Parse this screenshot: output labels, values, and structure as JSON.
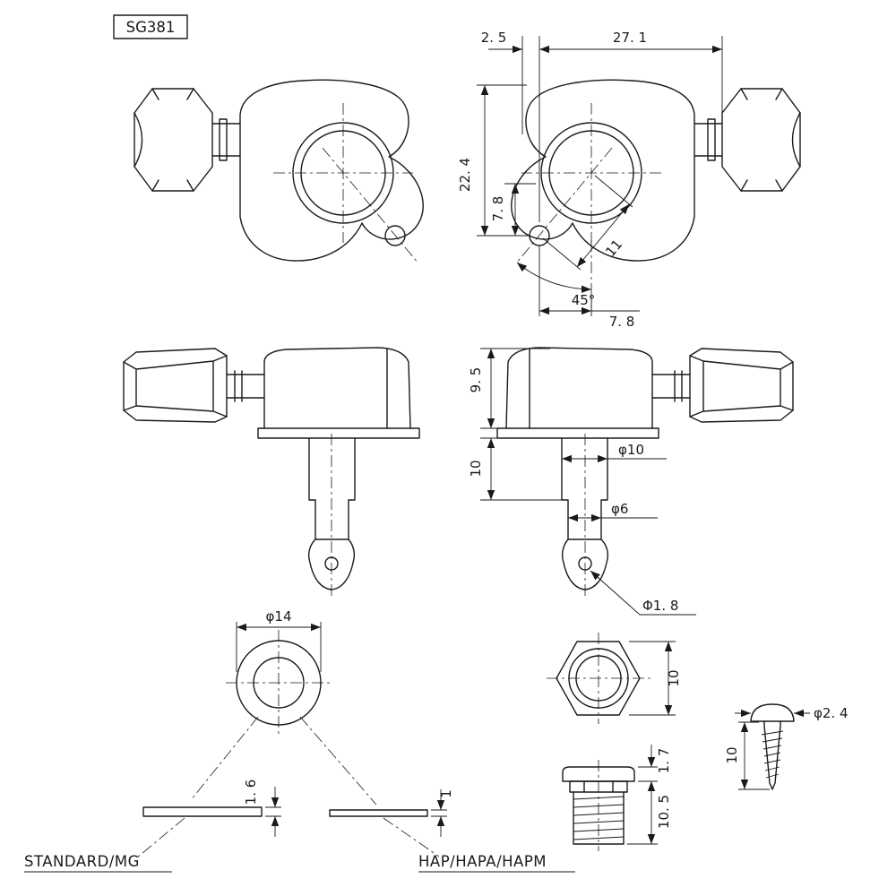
{
  "title": "SG381",
  "colors": {
    "line": "#1a1a1a",
    "background": "#ffffff"
  },
  "dims": {
    "top": {
      "d25": "2. 5",
      "d271": "27. 1",
      "d224": "22. 4",
      "d78v": "7. 8",
      "d11": "11",
      "d45": "45°",
      "d78h": "7. 8"
    },
    "side": {
      "d95": "9. 5",
      "d10": "10",
      "dphi10": "φ10",
      "dphi6": "φ6",
      "dphi18": "Φ1. 8"
    },
    "bushing": {
      "dphi14": "φ14",
      "d16": "1. 6",
      "d1": "1"
    },
    "nut": {
      "d10": "10"
    },
    "screw_bushing": {
      "d17": "1. 7",
      "d105": "10. 5"
    },
    "screw": {
      "dphi24": "φ2. 4",
      "d10": "10"
    }
  },
  "labels": {
    "standard": "STANDARD/MG",
    "hap": "HAP/HAPA/HAPM"
  }
}
